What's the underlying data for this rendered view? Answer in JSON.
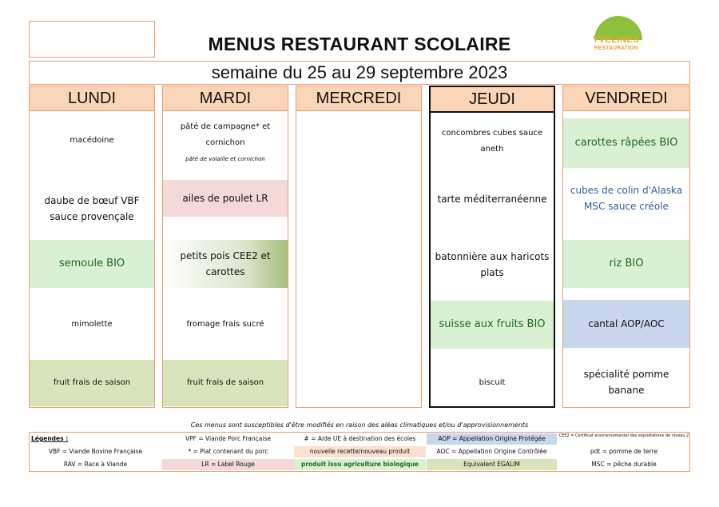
{
  "header": {
    "title": "MENUS RESTAURANT SCOLAIRE",
    "week": "semaine du 25 au 29 septembre 2023",
    "logo_line1": "YVELINES",
    "logo_line2": "RESTAURATION"
  },
  "days": [
    {
      "name": "LUNDI",
      "items": [
        {
          "text": "macédoine",
          "style": "plain",
          "size": "small"
        },
        {
          "text": "daube de bœuf VBF sauce provençale",
          "style": "plain"
        },
        {
          "text": "semoule BIO",
          "style": "green"
        },
        {
          "text": "mimolette",
          "style": "plain",
          "size": "small"
        },
        {
          "text": "fruit frais de saison",
          "style": "olive",
          "size": "small"
        }
      ]
    },
    {
      "name": "MARDI",
      "items": [
        {
          "text": "pâté de campagne* et cornichon",
          "sub": "pâté de volaille et cornichon",
          "style": "plain",
          "size": "small"
        },
        {
          "text": "ailes de poulet LR",
          "style": "pink"
        },
        {
          "text": "petits pois CEE2 et carottes",
          "style": "grad"
        },
        {
          "text": "fromage frais sucré",
          "style": "plain",
          "size": "small"
        },
        {
          "text": "fruit frais de saison",
          "style": "olive",
          "size": "small"
        }
      ]
    },
    {
      "name": "MERCREDI",
      "items": [
        {
          "text": "",
          "style": "plain"
        },
        {
          "text": "",
          "style": "plain"
        },
        {
          "text": "",
          "style": "plain"
        },
        {
          "text": "",
          "style": "plain"
        },
        {
          "text": "",
          "style": "plain"
        }
      ]
    },
    {
      "name": "JEUDI",
      "items": [
        {
          "text": "concombres cubes sauce aneth",
          "style": "plain",
          "size": "small"
        },
        {
          "text": "tarte méditerranéenne",
          "style": "plain"
        },
        {
          "text": "batonnière aux haricots plats",
          "style": "plain"
        },
        {
          "text": "suisse aux fruits BIO",
          "style": "green"
        },
        {
          "text": "biscuit",
          "style": "plain",
          "size": "small"
        }
      ]
    },
    {
      "name": "VENDREDI",
      "items": [
        {
          "text": "carottes râpées BIO",
          "style": "green"
        },
        {
          "text": "cubes de colin d'Alaska MSC sauce créole",
          "style": "bluetext"
        },
        {
          "text": "riz BIO",
          "style": "green"
        },
        {
          "text": "cantal AOP/AOC",
          "style": "blue"
        },
        {
          "text": "spécialité pomme banane",
          "style": "plain"
        }
      ]
    }
  ],
  "note": "Ces menus sont susceptibles d'être modifiés en raison des aléas climatiques et/ou d'approvisionnements",
  "legend": {
    "title": "Légendes :",
    "r1": [
      "VPF = Viande Porc Française",
      "# = Aide UE à destination des écoles",
      "AOP = Appellation Origine Protégée",
      "CEE2 = Certificat environnemental des exploitations de niveau 2"
    ],
    "r2": [
      "VBF = Viande Bovine Française",
      "* = Plat contenant du porc",
      "nouvelle recette/nouveau produit",
      "AOC = Appellation Origine Contrôlée",
      "pdt = pomme de terre"
    ],
    "r3": [
      "RAV = Race à Viande",
      "LR = Label Rouge",
      "produit issu agriculture biologique",
      "Equivalent EGALIM",
      "MSC = pêche durable"
    ]
  },
  "colors": {
    "border": "#e8a070",
    "header_bg": "#fbd5b8",
    "bio_green": "#d9f0d3",
    "label_rouge": "#f4d9d9",
    "aop_blue": "#c8d6ee",
    "egalim": "#d8e4bc"
  }
}
